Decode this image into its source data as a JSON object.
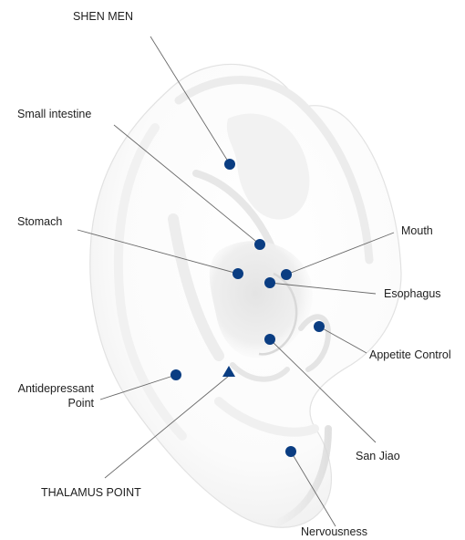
{
  "points": {
    "shen_men": "SHEN MEN",
    "small_intestine": "Small intestine",
    "stomach": "Stomach",
    "mouth": "Mouth",
    "esophagus": "Esophagus",
    "appetite_control": "Appetite Control",
    "antidepressant_line1": "Antidepressant",
    "antidepressant_line2": "Point",
    "san_jiao": "San Jiao",
    "thalamus_point": "THALAMUS POINT",
    "nervousness": "Nervousness"
  },
  "colors": {
    "marker": "#0a3d82",
    "leader_line": "#6a6a6a",
    "label_text": "#1e1e1e",
    "ear_shade": "#e6e6e6"
  },
  "icons": {
    "point_marker": "filled-circle",
    "thalamus_marker": "filled-triangle"
  }
}
